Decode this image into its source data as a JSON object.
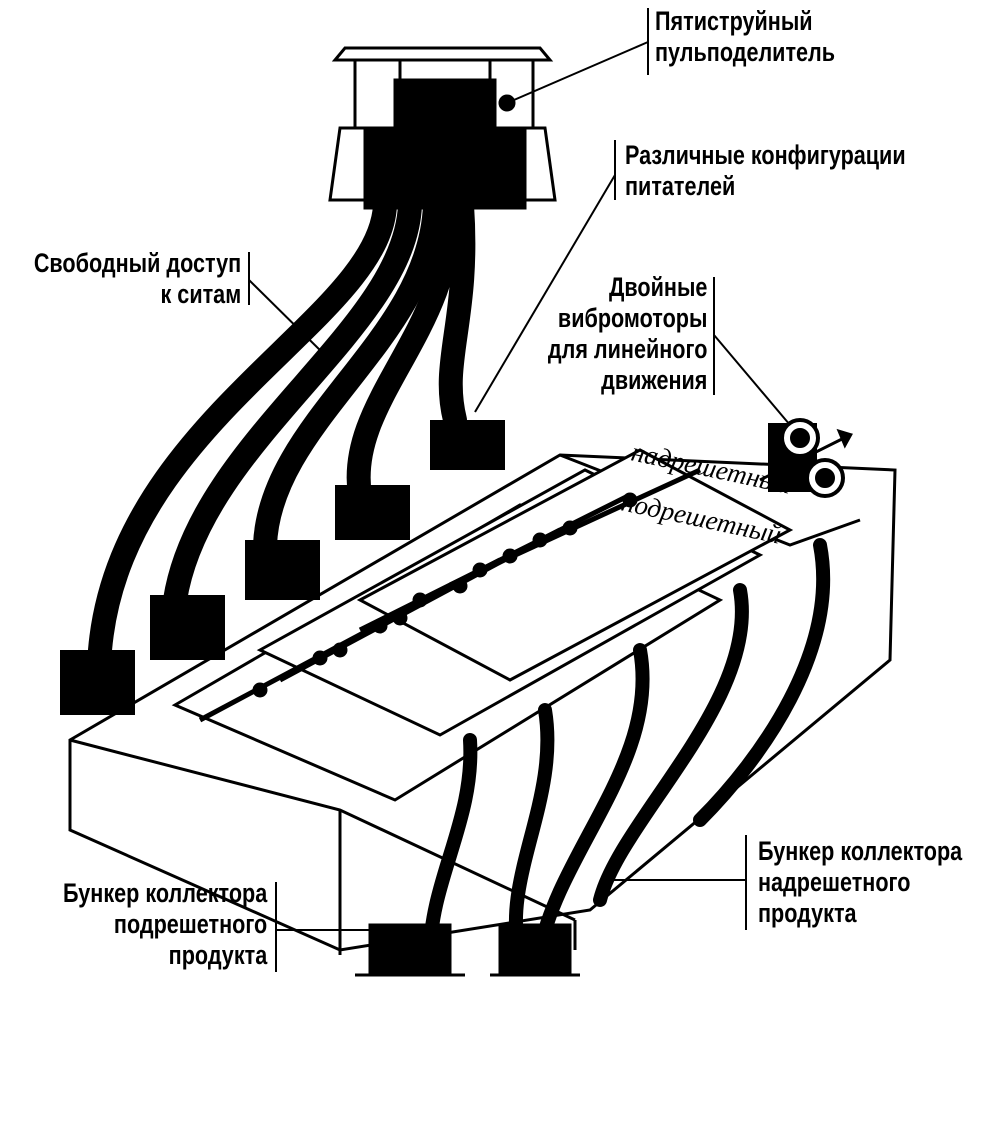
{
  "labels": {
    "divider": [
      "Пятиструйный",
      "пульподелитель"
    ],
    "feeders": [
      "Различные конфигурации",
      "питателей"
    ],
    "access": [
      "Свободный доступ",
      "к ситам"
    ],
    "motors": [
      "Двойные",
      "вибромоторы",
      "для линейного",
      "движения"
    ],
    "over_hopper": [
      "Бункер коллектора",
      "надрешетного",
      "продукта"
    ],
    "under_hopper": [
      "Бункер коллектора",
      "подрешетного",
      "продукта"
    ]
  },
  "inscriptions": {
    "oversize": "надрешетный",
    "undersize": "подрешетный"
  }
}
